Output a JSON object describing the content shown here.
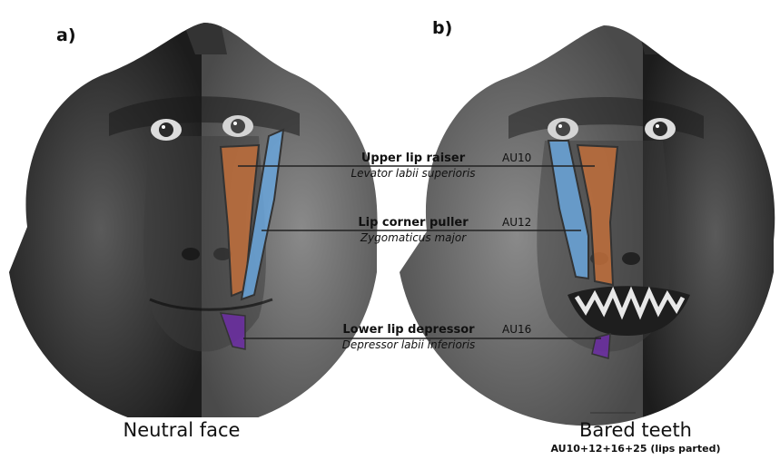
{
  "panels": [
    {
      "letter": "a)",
      "caption": "Neutral face",
      "subcaption": ""
    },
    {
      "letter": "b)",
      "caption": "Bared teeth",
      "subcaption": "AU10+12+16+25 (lips parted)"
    }
  ],
  "muscles": [
    {
      "name": "Upper lip raiser",
      "latin": "Levator labii superioris",
      "au": "AU10",
      "color": "#c8703a"
    },
    {
      "name": "Lip corner puller",
      "latin": "Zygomaticus major",
      "au": "AU12",
      "color": "#6aa6dc"
    },
    {
      "name": "Lower lip depressor",
      "latin": "Depressor labii inferioris",
      "au": "AU16",
      "color": "#6a2fa0"
    }
  ]
}
